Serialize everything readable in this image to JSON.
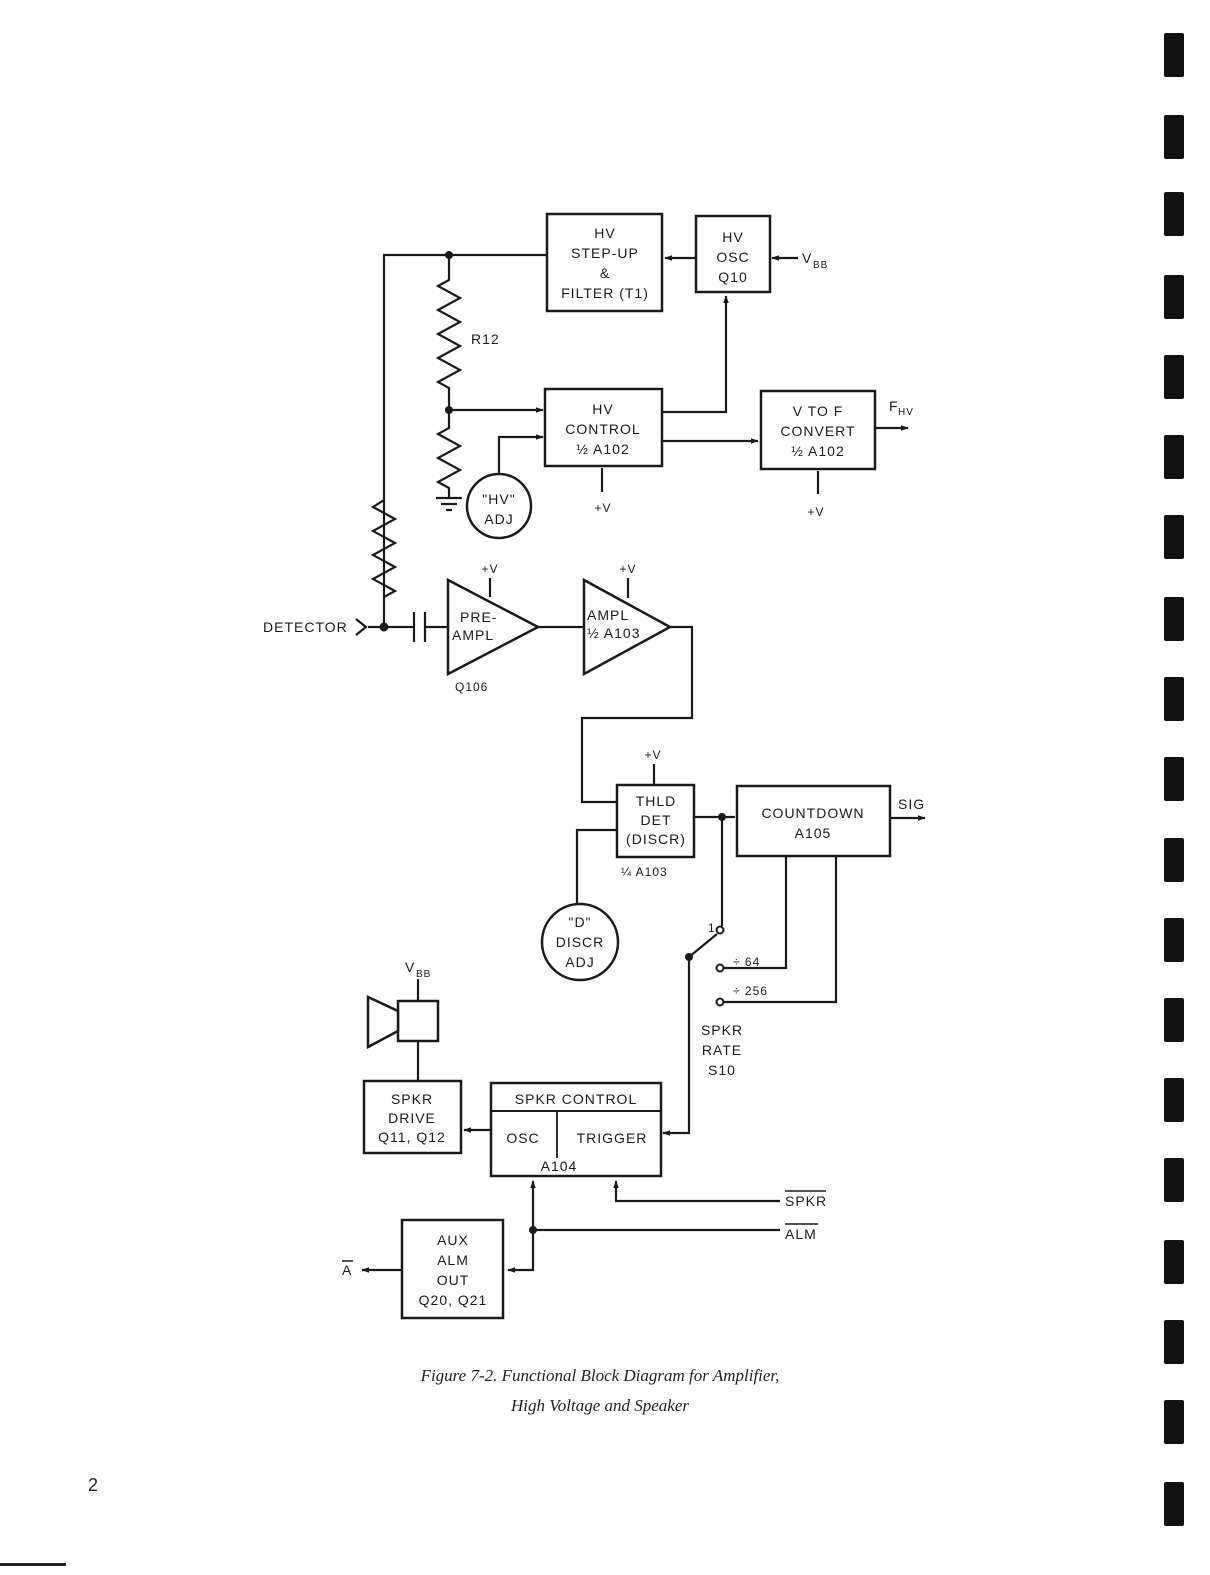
{
  "blocks": {
    "hv_stepup": [
      "HV",
      "STEP-UP",
      "&",
      "FILTER (T1)"
    ],
    "hv_osc": [
      "HV",
      "OSC",
      "Q10"
    ],
    "hv_control": [
      "HV",
      "CONTROL",
      "½ A102"
    ],
    "v_to_f": [
      "V TO F",
      "CONVERT",
      "½ A102"
    ],
    "hv_adj": [
      "\"HV\"",
      "ADJ"
    ],
    "preampl": [
      "PRE-",
      "AMPL"
    ],
    "preampl_ref": "Q106",
    "ampl": [
      "AMPL",
      "½ A103"
    ],
    "thld_det": [
      "THLD",
      "DET",
      "(DISCR)"
    ],
    "thld_ref": "¼ A103",
    "countdown": [
      "COUNTDOWN",
      "A105"
    ],
    "d_discr": [
      "\"D\"",
      "DISCR",
      "ADJ"
    ],
    "spkr_drive": [
      "SPKR",
      "DRIVE",
      "Q11, Q12"
    ],
    "spkr_control_title": "SPKR CONTROL",
    "spkr_control_osc": "OSC",
    "spkr_control_trigger": "TRIGGER",
    "spkr_control_ref": "A104",
    "aux_alm": [
      "AUX",
      "ALM",
      "OUT",
      "Q20, Q21"
    ]
  },
  "labels": {
    "vbb": "V",
    "vbb_sub": "BB",
    "fhv": "F",
    "fhv_sub": "HV",
    "r12": "R12",
    "plus_v": "+V",
    "detector": "DETECTOR",
    "sig": "SIG",
    "switch_pos1": "1",
    "div64": "÷ 64",
    "div256": "÷ 256",
    "spkr_rate": [
      "SPKR",
      "RATE",
      "S10"
    ],
    "spkr_bar": "SPKR",
    "alm_bar": "ALM",
    "a_bar": "A"
  },
  "caption": [
    "Figure 7-2. Functional Block Diagram for Amplifier,",
    "High Voltage and Speaker"
  ],
  "page_number": "2"
}
